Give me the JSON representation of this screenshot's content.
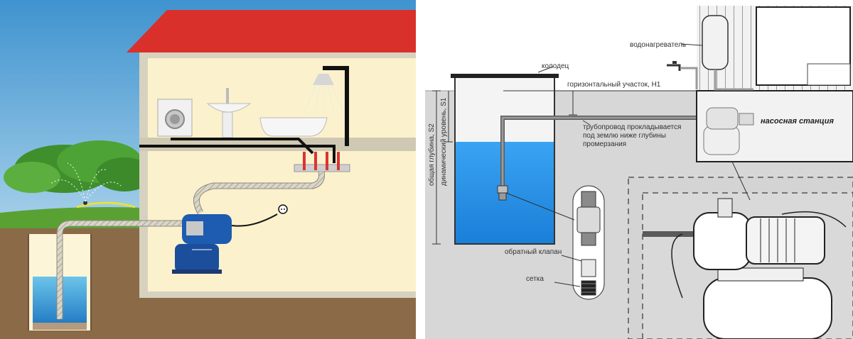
{
  "labels": {
    "well": "колодец",
    "water_heater": "водонагреватель",
    "horizontal_section": "горизонтальный участок, H1",
    "pipeline_line1": "трубопровод прокладывается",
    "pipeline_line2": "под землю ниже глубины",
    "pipeline_line3": "промерзания",
    "pump_station": "насосная станция",
    "total_depth": "общая глубина, S2",
    "dynamic_level": "динамический уровень, S1",
    "check_valve": "обратный клапан",
    "strainer": "сетка"
  },
  "colors": {
    "roof": "#d9302b",
    "wall": "#fbf1cc",
    "water": "#1e8ee8",
    "pump": "#1b4f9c",
    "ground": "#8b6a47",
    "grass": "#5aa134",
    "diagram_bg": "#d7d7d7"
  },
  "icons": {
    "power_plug": "power-plug-icon",
    "faucet": "faucet-icon",
    "shower": "shower-icon"
  }
}
